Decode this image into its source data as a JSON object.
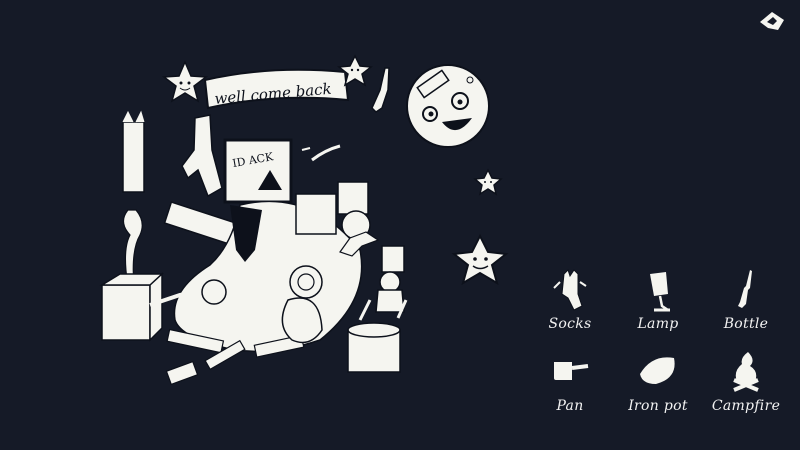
{
  "scene": {
    "banner_text": "well come back",
    "poster_text": "ID ACK",
    "icons": [
      "star-icon",
      "moon-icon",
      "banner-icon",
      "robot-icon",
      "drum-icon"
    ]
  },
  "menu_icon": "back-arrow-icon",
  "colors": {
    "background": "#151a27",
    "ink": "#f5f5f0",
    "outline": "#0d111b"
  },
  "inventory": {
    "items": [
      {
        "label": "Socks",
        "icon": "socks-icon"
      },
      {
        "label": "Lamp",
        "icon": "lamp-icon"
      },
      {
        "label": "Bottle",
        "icon": "bottle-icon"
      },
      {
        "label": "Pan",
        "icon": "pan-icon"
      },
      {
        "label": "Iron pot",
        "icon": "iron-pot-icon"
      },
      {
        "label": "Campfire",
        "icon": "campfire-icon"
      }
    ]
  }
}
